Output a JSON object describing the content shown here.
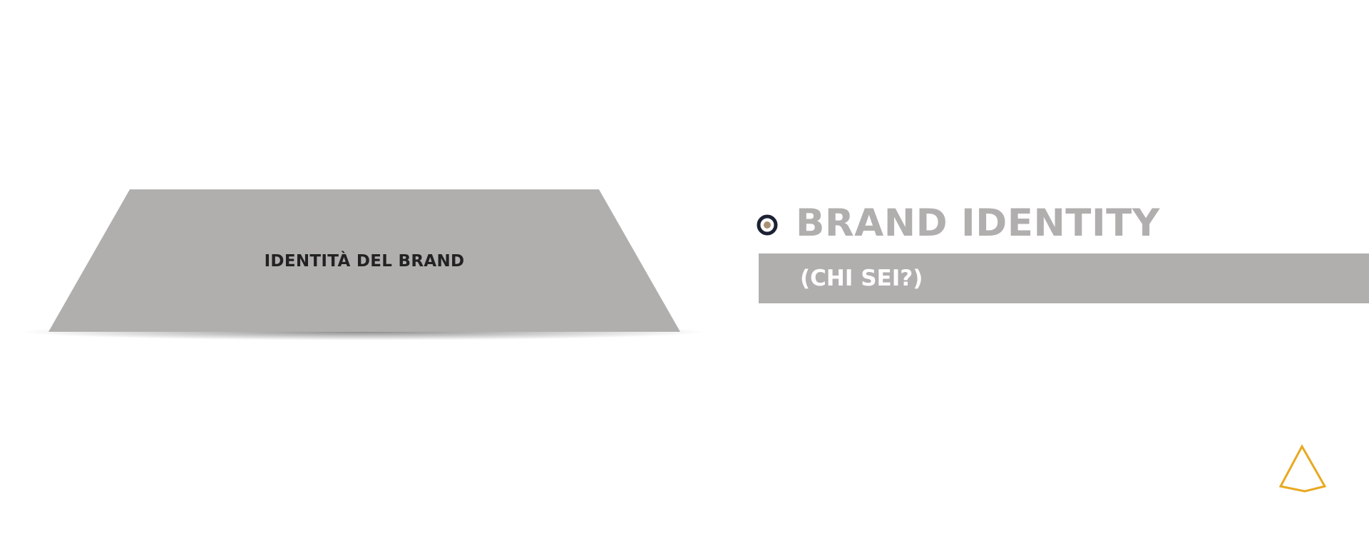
{
  "slide": {
    "left_block": {
      "label": "IDENTITÀ DEL BRAND",
      "fill_color": "#b0afae"
    },
    "right_block": {
      "title": "BRAND IDENTITY",
      "subtitle": "(CHI SEI?)",
      "title_color": "#b0afae",
      "bar_color": "#b0afae",
      "bullet_icon": "target-bullet-icon",
      "bullet_outer_color": "#1c2233",
      "bullet_inner_color": "#a89276"
    },
    "logo": {
      "icon": "triangle-outline-logo-icon",
      "color": "#e8a820"
    }
  }
}
